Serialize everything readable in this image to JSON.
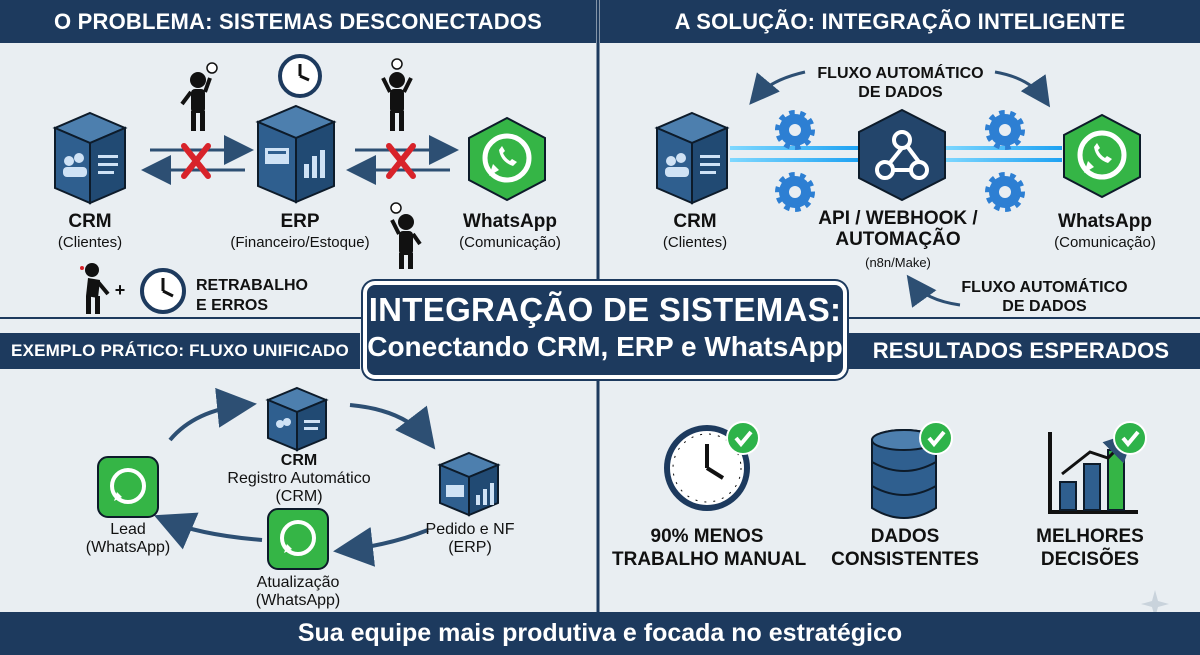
{
  "headers": {
    "problem": "O PROBLEMA: SISTEMAS DESCONECTADOS",
    "solution": "A SOLUÇÃO: INTEGRAÇÃO INTELIGENTE",
    "example": "EXEMPLO PRÁTICO: FLUXO UNIFICADO",
    "results": "RESULTADOS ESPERADOS"
  },
  "center": {
    "title": "INTEGRAÇÃO DE SISTEMAS:",
    "subtitle": "Conectando CRM, ERP e WhatsApp"
  },
  "problem": {
    "crm": {
      "name": "CRM",
      "desc": "(Clientes)"
    },
    "erp": {
      "name": "ERP",
      "desc": "(Financeiro/Estoque)"
    },
    "whatsapp": {
      "name": "WhatsApp",
      "desc": "(Comunicação)"
    },
    "plus": "+",
    "rework": "RETRABALHO E ERROS"
  },
  "solution": {
    "flow_top": "FLUXO AUTOMÁTICO DE DADOS",
    "flow_bottom": "FLUXO AUTOMÁTICO DE DADOS",
    "crm": {
      "name": "CRM",
      "desc": "(Clientes)"
    },
    "hub": {
      "name": "API / WEBHOOK / AUTOMAÇÃO",
      "desc": "(n8n/Make)"
    },
    "whatsapp": {
      "name": "WhatsApp",
      "desc": "(Comunicação)"
    }
  },
  "example": {
    "crm": {
      "name": "CRM",
      "line2": "Registro Automático",
      "line3": "(CRM)"
    },
    "lead": {
      "name": "Lead",
      "desc": "(WhatsApp)"
    },
    "order": {
      "name": "Pedido e NF",
      "desc": "(ERP)"
    },
    "update": {
      "name": "Atualização",
      "desc": "(WhatsApp)"
    }
  },
  "results": [
    {
      "icon": "clock-icon",
      "line1": "90% MENOS",
      "line2": "TRABALHO MANUAL"
    },
    {
      "icon": "database-icon",
      "line1": "DADOS",
      "line2": "CONSISTENTES"
    },
    {
      "icon": "growth-chart-icon",
      "line1": "MELHORES",
      "line2": "DECISÕES"
    }
  ],
  "footer": "Sua equipe mais produtiva e focada no estratégico",
  "colors": {
    "navy": "#1d3a5e",
    "whatsapp_green": "#35b546",
    "cube_blue": "#2f5f8f",
    "gear_blue": "#2d7fd3",
    "error_red": "#d8232a",
    "check_green": "#2eb34a"
  }
}
